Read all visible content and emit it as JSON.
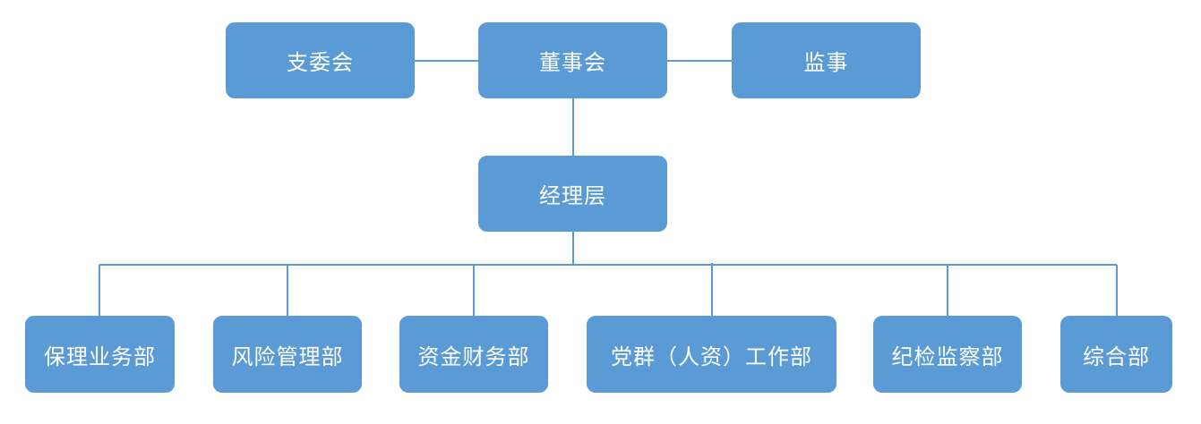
{
  "org_chart": {
    "party_committee": "支委会",
    "board": "董事会",
    "supervisor": "监事",
    "management": "经理层",
    "departments": [
      "保理业务部",
      "风险管理部",
      "资金财务部",
      "党群（人资）工作部",
      "纪检监察部",
      "综合部"
    ]
  },
  "colors": {
    "node_fill": "#5B9BD5",
    "node_text": "#FFFFFF",
    "connector": "#5B9BD5",
    "background": "#FFFFFF"
  }
}
